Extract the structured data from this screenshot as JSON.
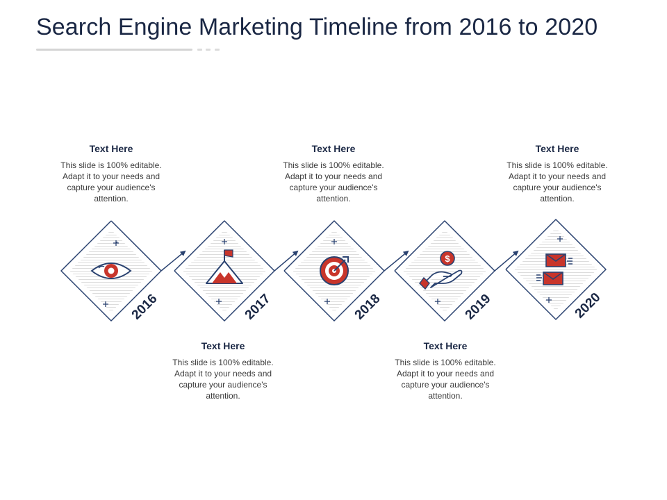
{
  "title": "Search Engine Marketing Timeline from 2016 to 2020",
  "colors": {
    "navy": "#2a4270",
    "red": "#c8352b",
    "stripe": "#d6d6d6",
    "text_dark": "#1a2744"
  },
  "milestones": [
    {
      "year": "2016",
      "icon": "eye-icon",
      "heading": "Text Here",
      "body": "This slide is 100% editable. Adapt it to your needs and capture your audience's attention."
    },
    {
      "year": "2017",
      "icon": "mountain-flag-icon",
      "heading": "Text Here",
      "body": "This slide is 100% editable. Adapt it to your needs and capture your audience's attention."
    },
    {
      "year": "2018",
      "icon": "target-icon",
      "heading": "Text Here",
      "body": "This slide is 100% editable. Adapt it to your needs and capture your audience's attention."
    },
    {
      "year": "2019",
      "icon": "hand-coin-icon",
      "heading": "Text Here",
      "body": "This slide is 100% editable. Adapt it to your needs and capture your audience's attention."
    },
    {
      "year": "2020",
      "icon": "envelopes-icon",
      "heading": "Text Here",
      "body": "This slide is 100% editable. Adapt it to your needs and capture your audience's attention."
    }
  ]
}
